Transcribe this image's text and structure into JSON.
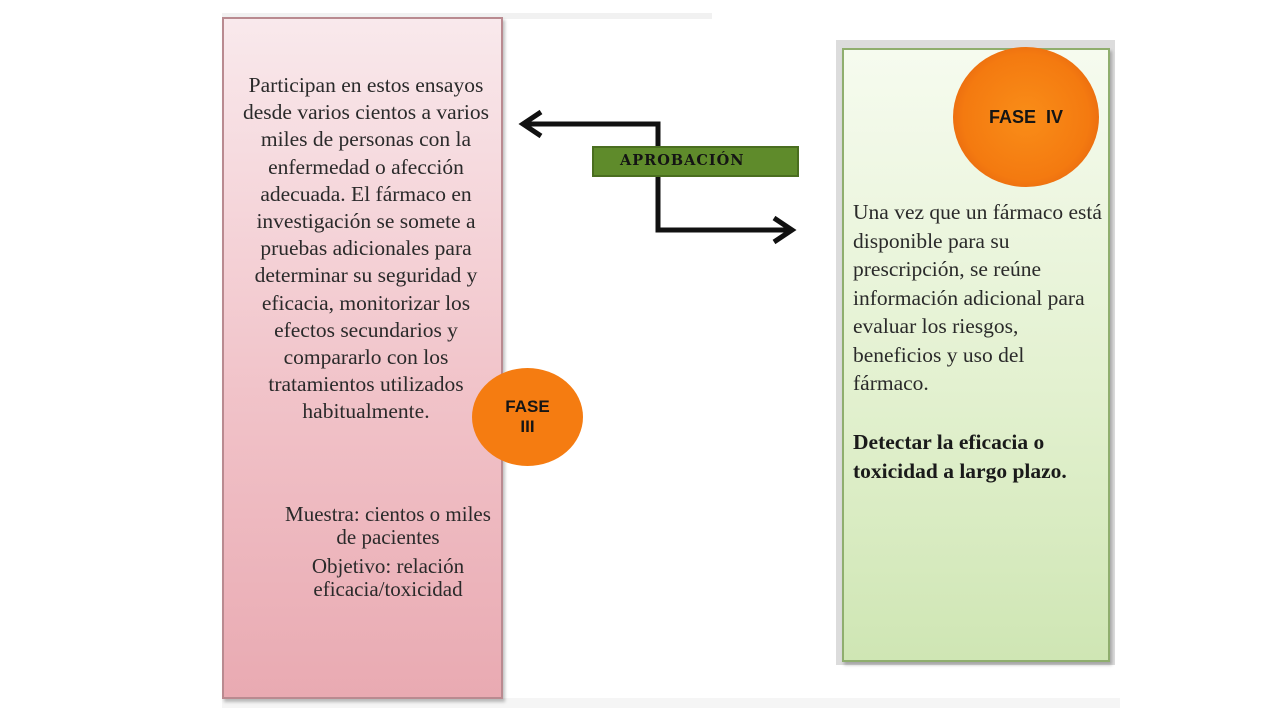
{
  "left_panel": {
    "description": "Participan en estos ensayos desde varios cientos a varios miles de personas con la enfermedad o afección adecuada. El fármaco en investigación se somete a pruebas adicionales para determinar su seguridad y eficacia, monitorizar los efectos secundarios y compararlo con los tratamientos utilizados habitualmente.",
    "sample": "Muestra: cientos o miles de pacientes",
    "objective": "Objetivo: relación eficacia/toxicidad"
  },
  "approval_label": "APROBACIÓN",
  "phase_iii_label": "FASE III",
  "phase_iv_label": "FASE  IV",
  "right_panel": {
    "description": "Una vez que un fármaco está disponible para su prescripción, se reúne información adicional para evaluar los riesgos, beneficios y uso del fármaco.",
    "highlight": "Detectar la eficacia o toxicidad a largo plazo."
  },
  "colors": {
    "phase_circle": "#f57c11",
    "approval_bar": "#5f8b2b",
    "left_panel": "#f1c3c9",
    "right_panel": "#e3f1d0",
    "arrow": "#111111"
  }
}
